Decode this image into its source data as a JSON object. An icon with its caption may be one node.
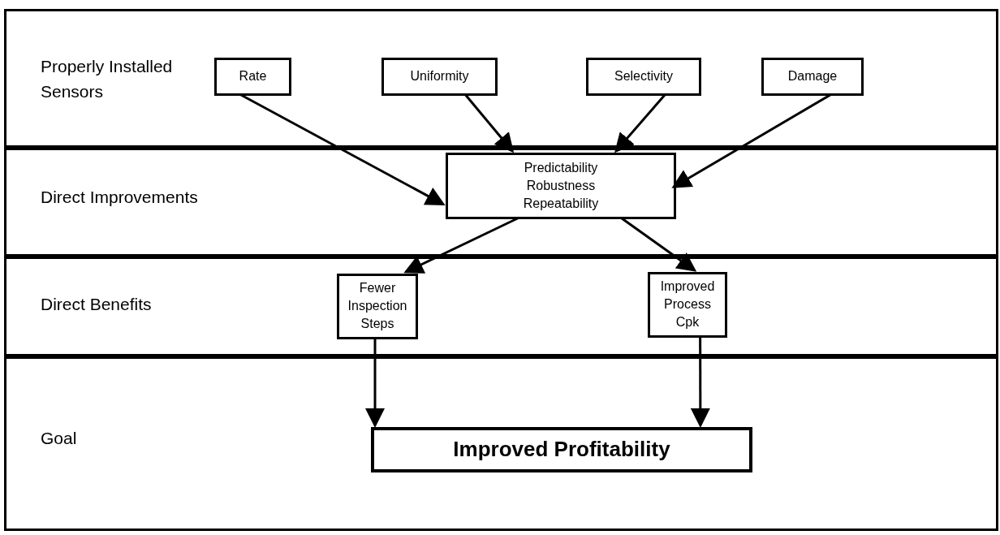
{
  "diagram": {
    "nodes": [
      {
        "text": [
          "Properly Installed Sensors"
        ]
      },
      {
        "text": [
          "Rate"
        ],
        "in": 0
      },
      {
        "text": [
          "Uniformity"
        ],
        "in": 0
      },
      {
        "text": [
          "Selectivity"
        ],
        "in": 0
      },
      {
        "text": [
          "Damage"
        ],
        "in": 0
      },
      {
        "text": [
          "Direct Improvements"
        ]
      },
      {
        "text": [
          "Predictability",
          "Robustness",
          "Repeatability"
        ],
        "in": 5
      },
      {
        "text": [
          "Direct Benefits"
        ]
      },
      {
        "text": [
          "Fewer Inspection Steps"
        ],
        "in": 7
      },
      {
        "text": [
          "Improved Process Cpk"
        ],
        "in": 7
      },
      {
        "text": [
          "Goal"
        ]
      },
      {
        "text": [
          "Improved Profitability"
        ],
        "in": 10
      }
    ],
    "edges": [
      {
        "from": 1,
        "to": 6,
        "arrow": "to"
      },
      {
        "from": 2,
        "to": 6,
        "arrow": "to"
      },
      {
        "from": 3,
        "to": 6,
        "arrow": "to"
      },
      {
        "from": 4,
        "to": 6,
        "arrow": "to"
      },
      {
        "from": 6,
        "to": 8,
        "arrow": "to"
      },
      {
        "from": 6,
        "to": 9,
        "arrow": "to"
      },
      {
        "from": 8,
        "to": 11,
        "arrow": "to"
      },
      {
        "from": 9,
        "to": 11,
        "arrow": "to"
      }
    ]
  }
}
